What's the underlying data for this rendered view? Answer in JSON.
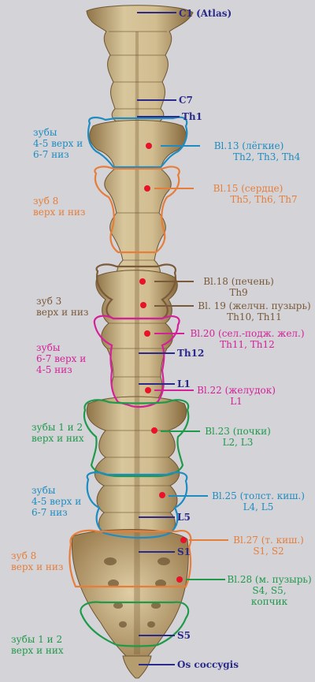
{
  "colors": {
    "background": "#d3d3d8",
    "bone": "#c9b58c",
    "bone_dark": "#8a6f43",
    "navy": "#2a2a8a",
    "teal": "#1e8cc0",
    "orange": "#e67e3a",
    "brown": "#7a5a3a",
    "magenta": "#d6209a",
    "green": "#1f9a4a",
    "red_dot": "#e8132a"
  },
  "vertebra_labels": {
    "c1": "C1 (Atlas)",
    "c7": "C7",
    "th1": "Th1",
    "th12": "Th12",
    "l1": "L1",
    "l5": "L5",
    "s1": "S1",
    "s5": "S5",
    "coccyx": "Os coccygis"
  },
  "points": {
    "bl13": {
      "name": "Bl.13 (лёгкие)",
      "vertebrae": "Th2, Th3, Th4"
    },
    "bl15": {
      "name": "Bl.15 (сердце)",
      "vertebrae": "Th5, Th6, Th7"
    },
    "bl18": {
      "name": "Bl.18 (печень)",
      "vertebrae": "Th9"
    },
    "bl19": {
      "name": "Bl. 19 (желчн. пузырь)",
      "vertebrae": "Th10, Th11"
    },
    "bl20": {
      "name": "Bl.20 (сел.-подж. жел.)",
      "vertebrae": "Th11, Th12"
    },
    "bl22": {
      "name": "Bl.22 (желудок)",
      "vertebrae": "L1"
    },
    "bl23": {
      "name": "Bl.23 (почки)",
      "vertebrae": "L2, L3"
    },
    "bl25": {
      "name": "Bl.25 (толст. киш.)",
      "vertebrae": "L4, L5"
    },
    "bl27": {
      "name": "Bl.27 (т. киш.)",
      "vertebrae": "S1, S2"
    },
    "bl28": {
      "name": "Bl.28 (м. пузырь)",
      "vertebrae": "S4, S5,",
      "extra": "копчик"
    }
  },
  "teeth": {
    "t1": [
      "зубы",
      "4-5 верх и",
      "6-7 низ"
    ],
    "t2": [
      "зуб 8",
      "верх и низ"
    ],
    "t3": [
      "зуб 3",
      "верх и низ"
    ],
    "t4": [
      "зубы",
      "6-7 верх и",
      "4-5 низ"
    ],
    "t5": [
      "зубы 1 и 2",
      "верх и них"
    ],
    "t6": [
      "зубы",
      "4-5 верх и",
      "6-7 низ"
    ],
    "t7": [
      "зуб 8",
      "верх и низ"
    ],
    "t8": [
      "зубы 1 и 2",
      "верх и них"
    ]
  }
}
